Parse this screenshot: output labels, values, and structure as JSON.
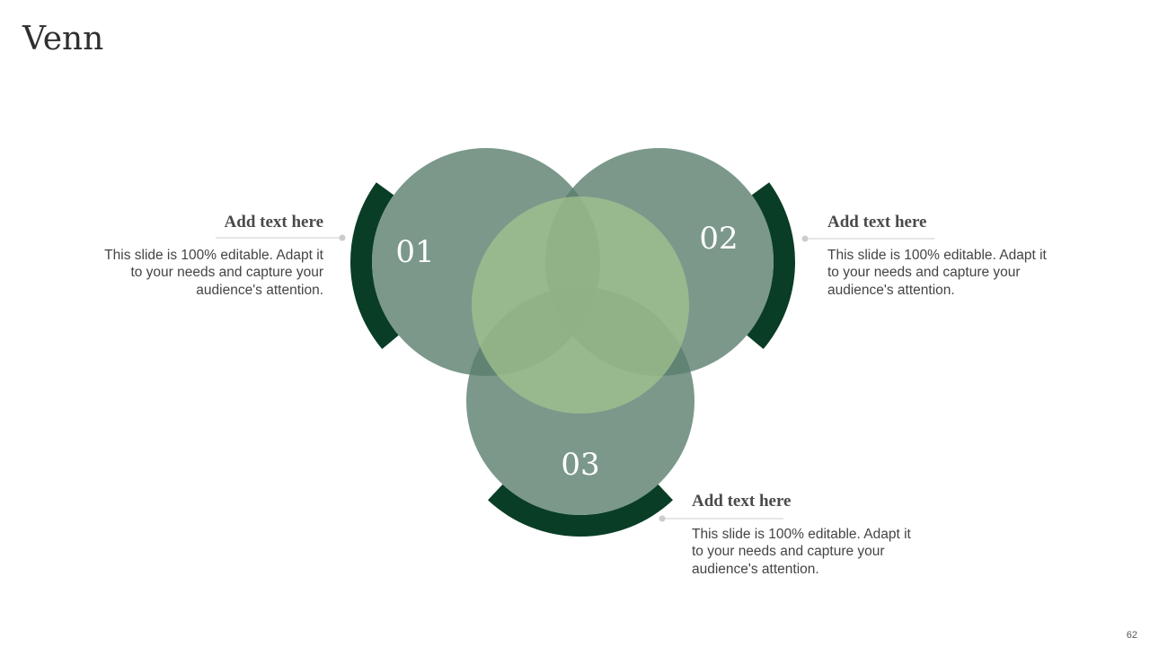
{
  "title": "Venn",
  "colors": {
    "circle": "#5a7e6e",
    "center": "#a3c58f",
    "arc": "#093d26",
    "connector": "#cccccc"
  },
  "circles": [
    {
      "label": "01"
    },
    {
      "label": "02"
    },
    {
      "label": "03"
    }
  ],
  "callouts": [
    {
      "heading": "Add text here",
      "body": "This slide is 100% editable. Adapt it to your needs and capture your audience's attention."
    },
    {
      "heading": "Add text here",
      "body": "This slide is 100% editable. Adapt it to your needs and capture your audience's attention."
    },
    {
      "heading": "Add text here",
      "body": "This slide is 100% editable. Adapt it to your needs and capture your audience's attention."
    }
  ],
  "page_number": "62"
}
